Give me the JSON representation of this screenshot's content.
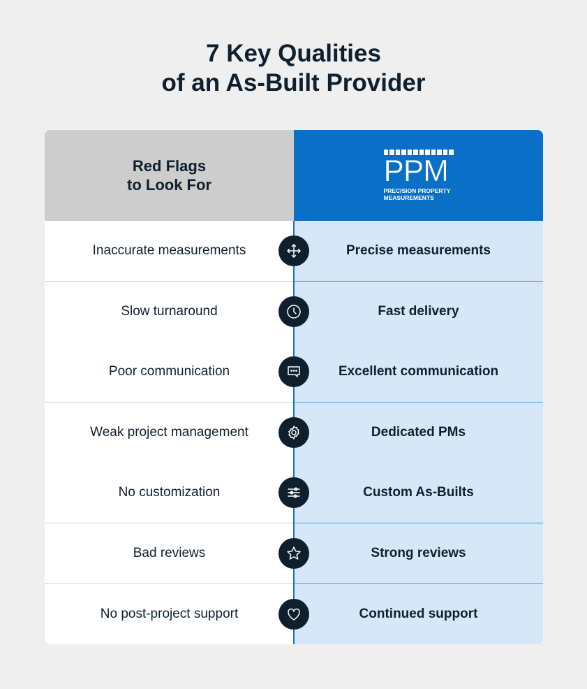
{
  "title": "7 Key Qualities\nof an As-Built Provider",
  "title_line1": "7 Key Qualities",
  "title_line2": "of an As-Built Provider",
  "left_header": "Red Flags\nto Look For",
  "logo": {
    "name": "PPM",
    "subtitle": "PRECISION PROPERTY\nMEASUREMENTS"
  },
  "rows": [
    {
      "bad": "Inaccurate measurements",
      "icon": "move-arrows-icon",
      "good": "Precise measurements"
    },
    {
      "bad": "Slow turnaround",
      "icon": "clock-icon",
      "good": "Fast delivery"
    },
    {
      "bad": "Poor communication",
      "icon": "chat-bubble-icon",
      "good": "Excellent communication"
    },
    {
      "bad": "Weak project management",
      "icon": "gear-icon",
      "good": "Dedicated PMs"
    },
    {
      "bad": "No customization",
      "icon": "sliders-icon",
      "good": "Custom As-Builts"
    },
    {
      "bad": "Bad reviews",
      "icon": "star-icon",
      "good": "Strong reviews"
    },
    {
      "bad": "No post-project support",
      "icon": "heart-icon",
      "good": "Continued support"
    }
  ],
  "colors": {
    "brand": "#0a6fc6",
    "light": "#d6e8f8",
    "navy": "#0f1f2e"
  }
}
